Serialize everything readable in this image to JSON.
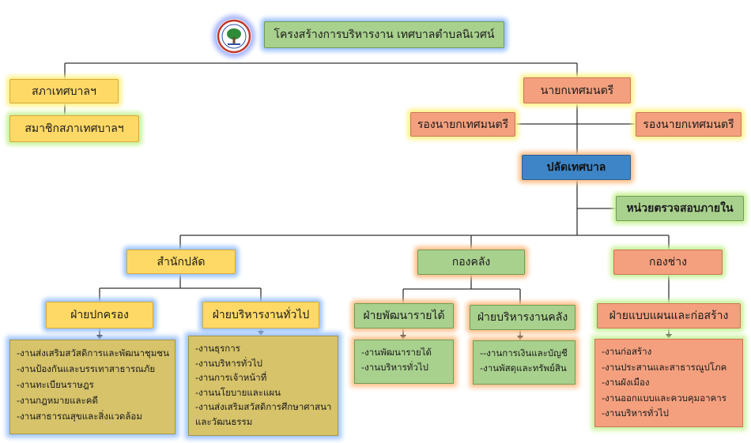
{
  "title": "โครงสร้างการบริหารงาน เทศบาลตำบลนิเวศน์",
  "council": "สภาเทศบาลฯ",
  "council_member": "สมาชิกสภาเทศบาลฯ",
  "mayor": "นายกเทศมนตรี",
  "deputy_left": "รองนายกเทศมนตรี",
  "deputy_right": "รองนายกเทศมนตรี",
  "clerk": "ปลัดเทศบาล",
  "audit": "หน่วยตรวจสอบภายใน",
  "departments": {
    "office": "สำนักปลัด",
    "finance": "กองคลัง",
    "engineering": "กองช่าง"
  },
  "divisions": {
    "governance": "ฝ่ายปกครอง",
    "general_admin": "ฝ่ายบริหารงานทั่วไป",
    "revenue": "ฝ่ายพัฒนารายได้",
    "treasury": "ฝ่ายบริหารงานคลัง",
    "design": "ฝ่ายแบบแผนและก่อสร้าง"
  },
  "tasks": {
    "governance": [
      "-งานส่งเสริมสวัสดิการและพัฒนาชุมชน",
      "-งานป้องกันและบรรเทาสาธารณภัย",
      "-งานทะเบียนราษฎร",
      "-งานกฎหมายและคดี",
      "-งานสาธารณสุขและสิ่งแวดล้อม"
    ],
    "general_admin": [
      "-งานธุรการ",
      "-งานบริหารทั่วไป",
      "-งานการเจ้าหน้าที่",
      "-งานนโยบายและแผน",
      "-งานส่งเสริมสวัสดิการศึกษาศาสนา",
      "และวัฒนธรรม"
    ],
    "revenue": [
      "-งานพัฒนารายได้",
      "-งานบริหารทั่วไป"
    ],
    "treasury": [
      "--งานการเงินและบัญชี",
      "-งานพัสดุและทรัพย์สิน"
    ],
    "design": [
      "-งานก่อสร้าง",
      "-งานประสานและสาธารณูปโภค",
      "-งานผังเมือง",
      "-งานออกแบบและควบคุมอาคาร",
      "-งานบริหารทั่วไป"
    ]
  },
  "colors": {
    "green": "#a9d18e",
    "yellow": "#ffd966",
    "salmon": "#f4a07e",
    "blue": "#3d85c6",
    "olive": "#d6c36a"
  },
  "icons": {
    "logo": "municipality-seal-logo"
  }
}
